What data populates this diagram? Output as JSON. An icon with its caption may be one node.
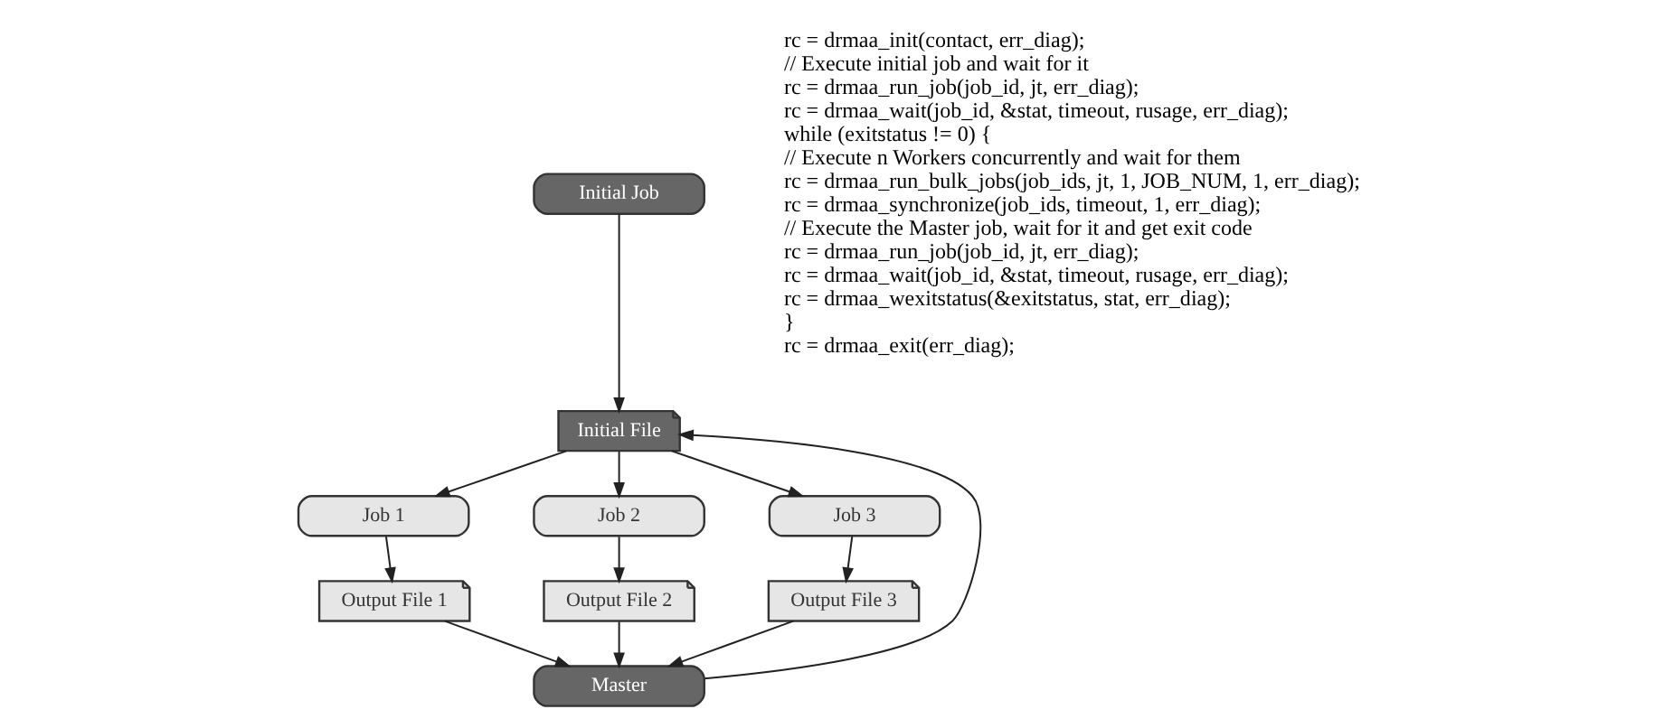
{
  "diagram": {
    "nodes": [
      {
        "text": [
          "Initial Job"
        ]
      },
      {
        "text": [
          "Initial File"
        ]
      },
      {
        "text": [
          "Job 1"
        ]
      },
      {
        "text": [
          "Job 2"
        ]
      },
      {
        "text": [
          "Job 3"
        ]
      },
      {
        "text": [
          "Output File 1"
        ]
      },
      {
        "text": [
          "Output File 2"
        ]
      },
      {
        "text": [
          "Output File 3"
        ]
      },
      {
        "text": [
          "Master"
        ]
      }
    ],
    "edges": [
      {
        "from": 0,
        "to": 1,
        "arrow": "to"
      },
      {
        "from": 1,
        "to": 2,
        "arrow": "to"
      },
      {
        "from": 1,
        "to": 3,
        "arrow": "to"
      },
      {
        "from": 1,
        "to": 4,
        "arrow": "to"
      },
      {
        "from": 2,
        "to": 5,
        "arrow": "to"
      },
      {
        "from": 3,
        "to": 6,
        "arrow": "to"
      },
      {
        "from": 4,
        "to": 7,
        "arrow": "to"
      },
      {
        "from": 5,
        "to": 8,
        "arrow": "to"
      },
      {
        "from": 6,
        "to": 8,
        "arrow": "to"
      },
      {
        "from": 7,
        "to": 8,
        "arrow": "to"
      },
      {
        "from": 8,
        "to": 1,
        "arrow": "to"
      }
    ],
    "labels": [
      "rc = drmaa_init(contact, err_diag);",
      "// Execute initial job and wait for it",
      "rc = drmaa_run_job(job_id, jt, err_diag);",
      "rc = drmaa_wait(job_id, &stat, timeout, rusage, err_diag);",
      "while (exitstatus != 0) {",
      "// Execute n Workers concurrently and wait for them",
      "rc = drmaa_run_bulk_jobs(job_ids, jt, 1, JOB_NUM, 1, err_diag);",
      "rc = drmaa_synchronize(job_ids, timeout, 1, err_diag);",
      "// Execute the Master job, wait for it and get exit code",
      "rc = drmaa_run_job(job_id, jt, err_diag);",
      "rc = drmaa_wait(job_id, &stat, timeout, rusage, err_diag);",
      "rc = drmaa_wexitstatus(&exitstatus, stat, err_diag);",
      "}",
      "rc = drmaa_exit(err_diag);"
    ]
  }
}
